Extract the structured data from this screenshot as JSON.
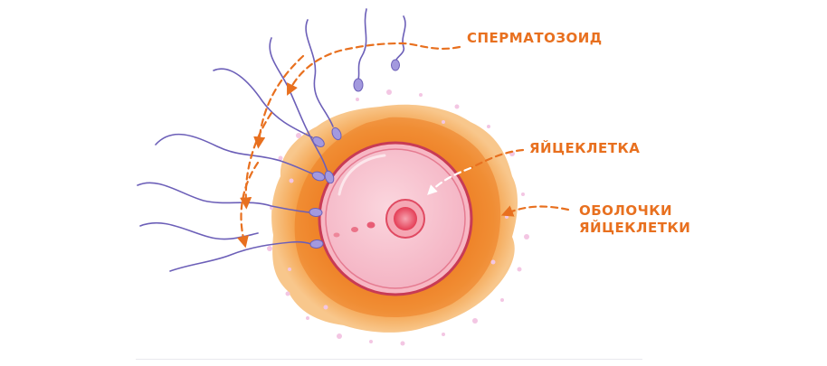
{
  "labels": {
    "sperm": "СПЕРМАТОЗОИД",
    "egg": "ЯЙЦЕКЛЕТКА",
    "membranes_line1": "ОБОЛОЧКИ",
    "membranes_line2": "ЯЙЦЕКЛЕТКИ"
  },
  "colors": {
    "label": "#e8701f",
    "arrow": "#e8701f",
    "corona": "#f5a54a",
    "corona_inner": "#f08a2c",
    "cell_fill": "#f9c7d2",
    "cell_rim": "#d9475e",
    "nucleus": "#e43d55",
    "sperm_head": "#9a8fd6",
    "sperm_tail": "#6c5fb8",
    "speckle": "#f3c6e3"
  },
  "icons": {
    "sperm": "sperm-icon",
    "egg": "egg-cell-icon",
    "nucleus": "nucleus-icon"
  }
}
